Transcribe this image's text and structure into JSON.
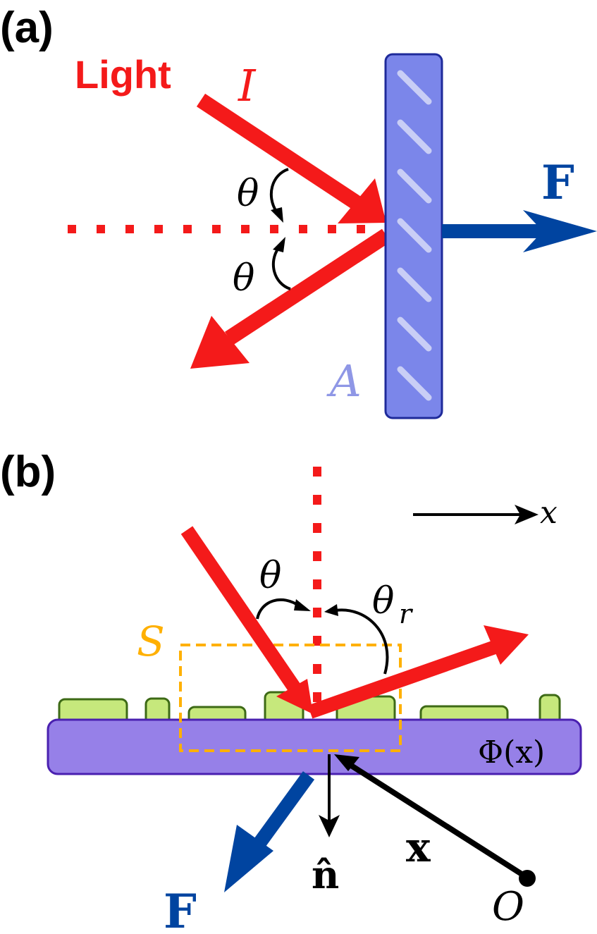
{
  "panel_a": {
    "label": "(a)",
    "light_label": "Light",
    "intensity_label": "I",
    "theta_in_label": "θ",
    "theta_out_label": "θ",
    "area_label": "A",
    "force_label": "F"
  },
  "panel_b": {
    "label": "(b)",
    "x_axis_label": "x",
    "theta_label": "θ",
    "theta_r_main": "θ",
    "theta_r_sub": "r",
    "surface_label": "S",
    "phase_label": "Φ(x)",
    "normal_label": "n̂",
    "position_label": "x",
    "origin_label": "O",
    "force_label": "F"
  },
  "colors": {
    "light": "#f41a1a",
    "force": "#0044a0",
    "mirror_fill": "#7b86ea",
    "mirror_stroke": "#1e2a9a",
    "area_label": "#8f97e6",
    "metasurface": "#9680e8",
    "metasurface_stroke": "#4a20b0",
    "pillar": "#c6e87c",
    "pillar_stroke": "#3d6a16",
    "surface_box": "#ffb000"
  }
}
